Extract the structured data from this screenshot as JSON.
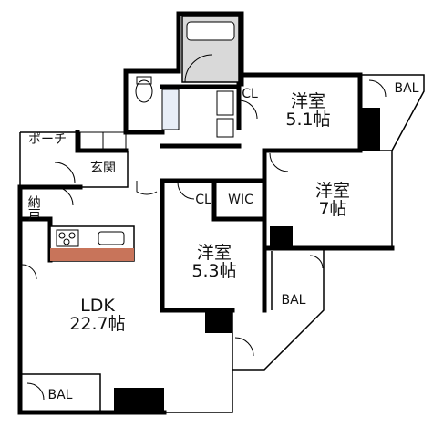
{
  "rooms": {
    "ldk_name": "LDK",
    "ldk_size": "22.7帖",
    "room1_name": "洋室",
    "room1_size": "5.1帖",
    "room2_name": "洋室",
    "room2_size": "7帖",
    "room3_name": "洋室",
    "room3_size": "5.3帖",
    "entrance": "玄関",
    "porch": "ポーチ",
    "storage": "納戸",
    "wic": "WIC",
    "closet1": "CL",
    "closet2": "CL",
    "balcony1": "BAL",
    "balcony2": "BAL",
    "balcony3": "BAL"
  },
  "colors": {
    "wall": "#000000",
    "counter": "#c8745a",
    "bath": "#d9d9d9"
  }
}
